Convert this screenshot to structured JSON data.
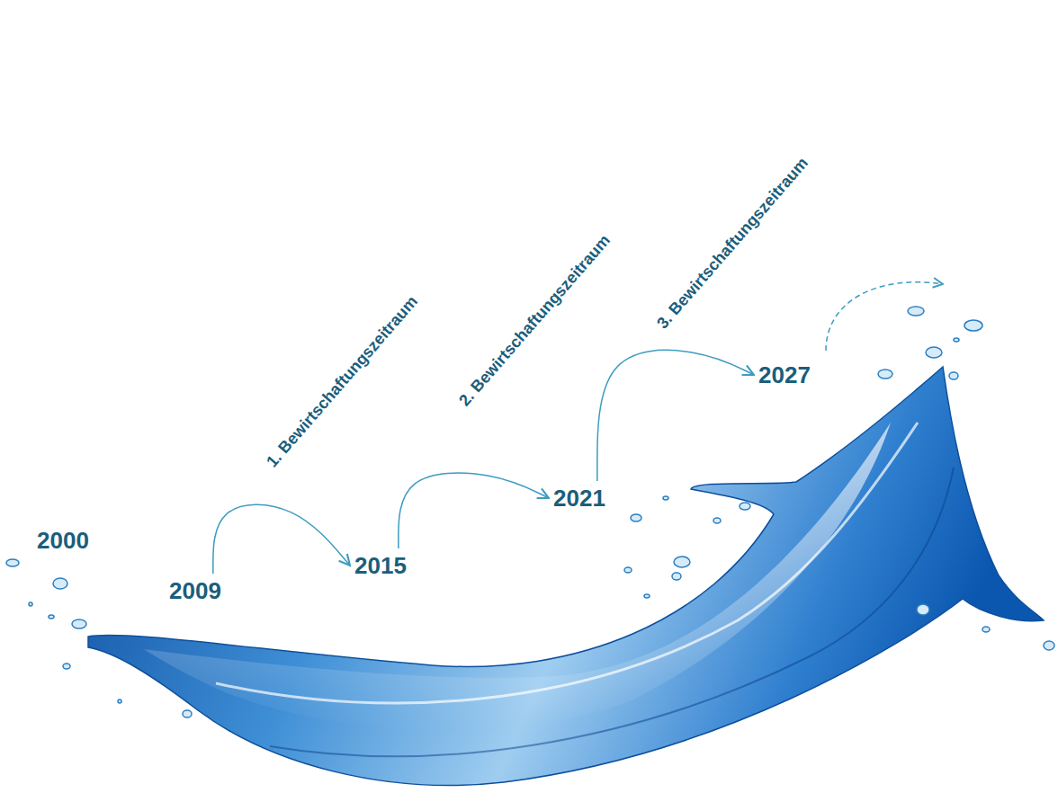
{
  "diagram": {
    "nodes": [
      {
        "text": [
          "2000"
        ]
      },
      {
        "text": [
          "2009"
        ]
      },
      {
        "text": [
          "2015"
        ]
      },
      {
        "text": [
          "2021"
        ]
      },
      {
        "text": [
          "2027"
        ]
      }
    ],
    "edges": [
      {
        "from": 1,
        "to": 2,
        "arrow": "to"
      },
      {
        "from": 2,
        "to": 3,
        "arrow": "to"
      },
      {
        "from": 3,
        "to": 4,
        "arrow": "to"
      }
    ],
    "labels": [
      "1. Bewirtschaftungszeitraum",
      "2. Bewirtschaftungszeitraum",
      "3. Bewirtschaftungszeitraum"
    ]
  }
}
